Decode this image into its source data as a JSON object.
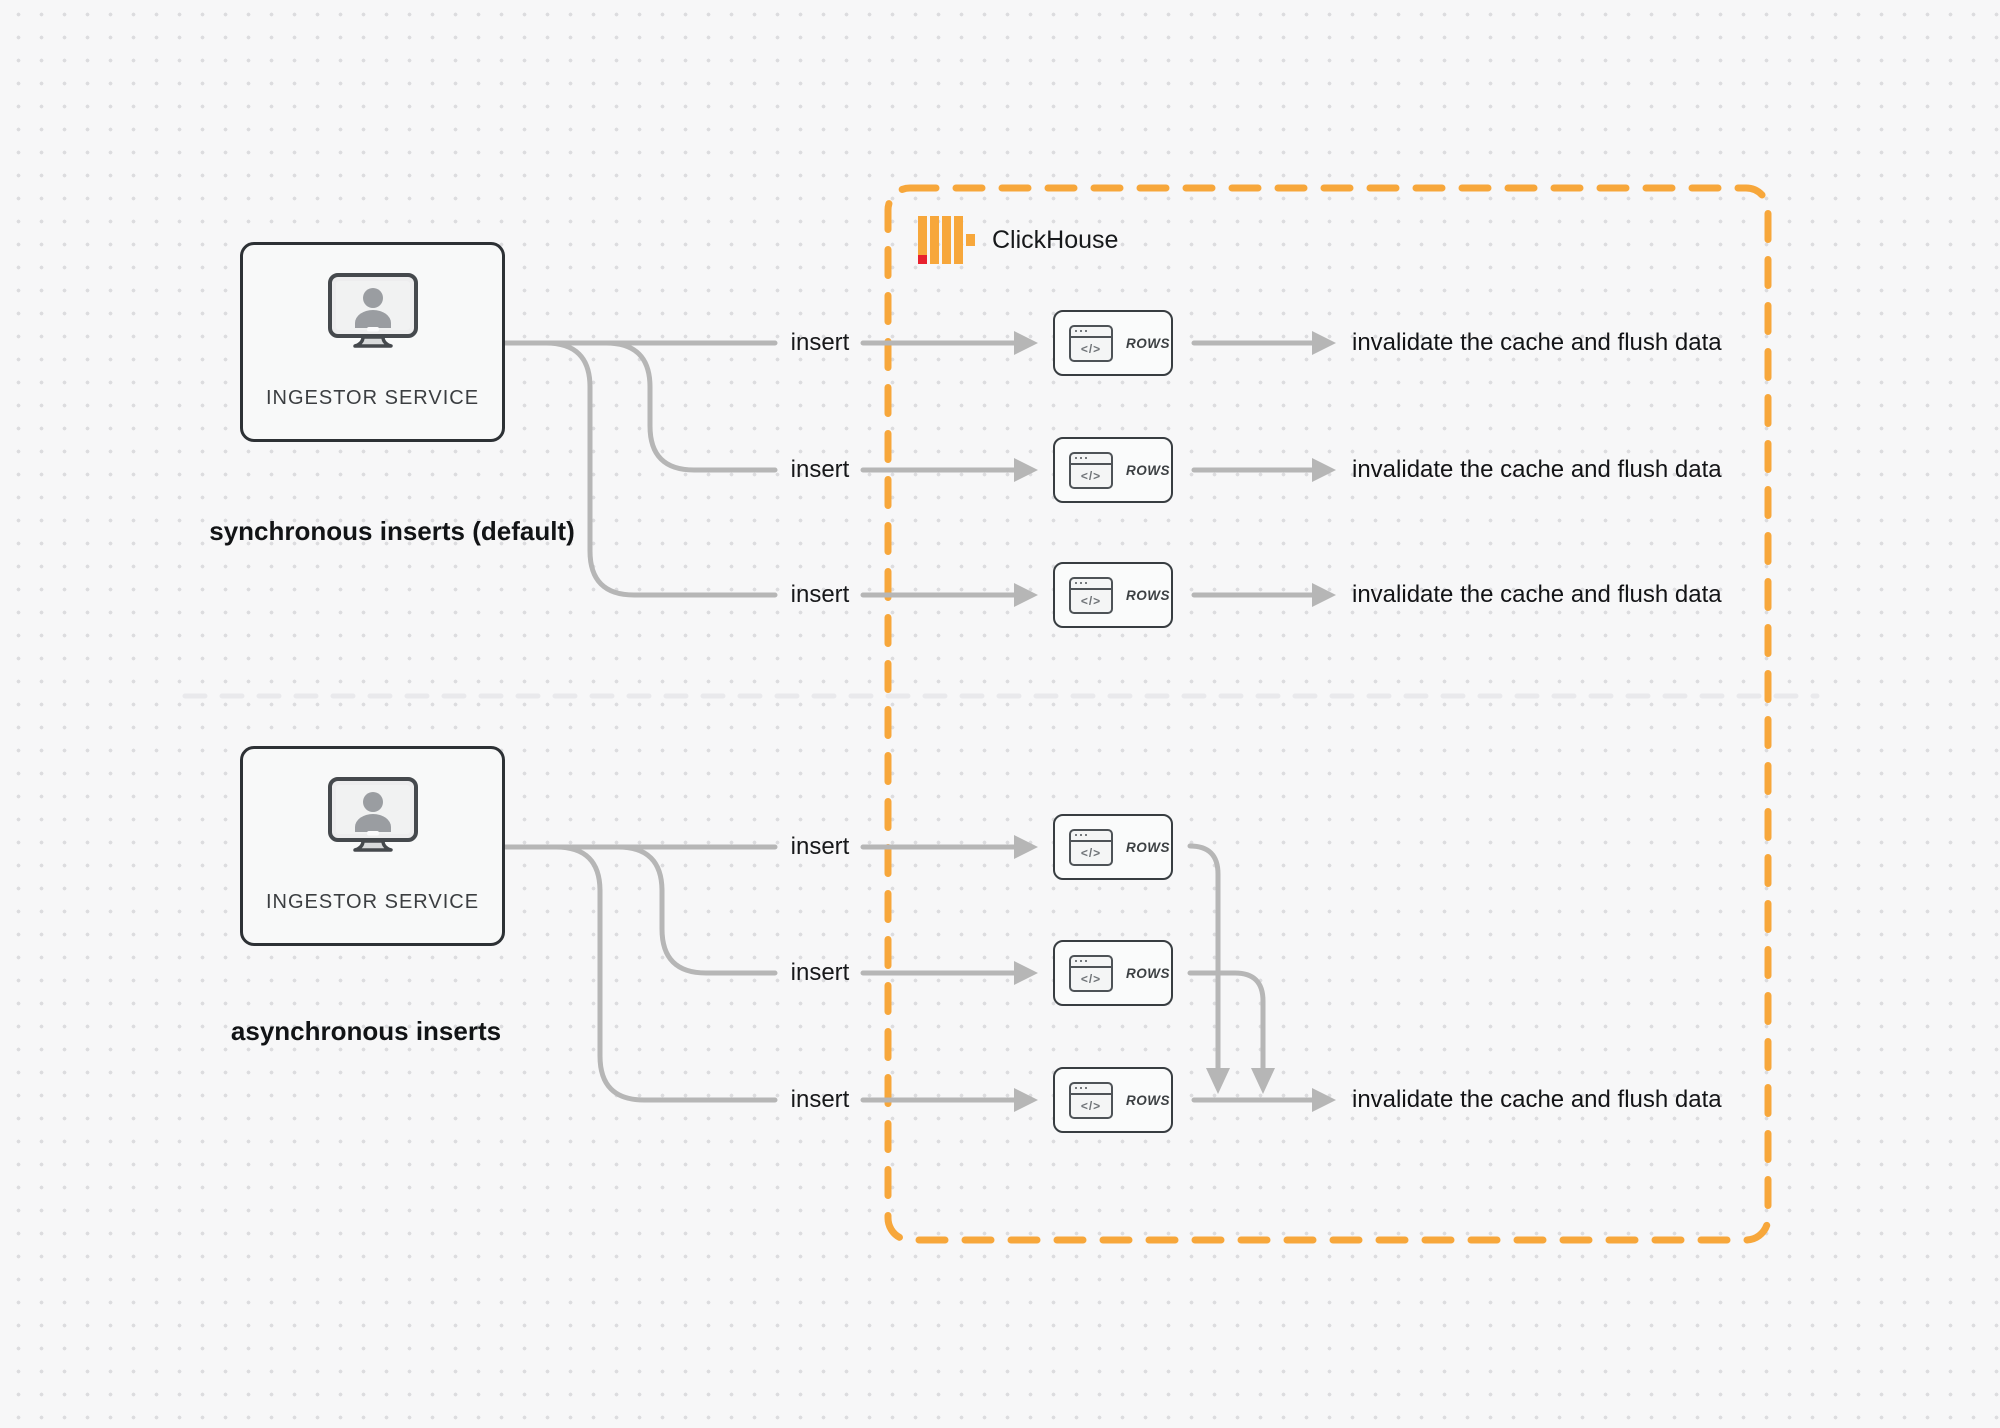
{
  "colors": {
    "accent_orange": "#F7A73B",
    "logo_red": "#E8212E",
    "connector_gray": "#B6B6B6",
    "ink": "#1B1D1F"
  },
  "clickhouse": {
    "label": "ClickHouse"
  },
  "sections": [
    {
      "caption": "synchronous inserts (default)",
      "actor": {
        "label": "INGESTOR SERVICE"
      },
      "flows": [
        {
          "insert_label": "insert",
          "node": {
            "glyph": "</>",
            "label": "ROWS"
          },
          "result_label": "invalidate the cache and flush data"
        },
        {
          "insert_label": "insert",
          "node": {
            "glyph": "</>",
            "label": "ROWS"
          },
          "result_label": "invalidate the cache and flush data"
        },
        {
          "insert_label": "insert",
          "node": {
            "glyph": "</>",
            "label": "ROWS"
          },
          "result_label": "invalidate the cache and flush data"
        }
      ]
    },
    {
      "caption": "asynchronous inserts",
      "actor": {
        "label": "INGESTOR SERVICE"
      },
      "flows": [
        {
          "insert_label": "insert",
          "node": {
            "glyph": "</>",
            "label": "ROWS"
          }
        },
        {
          "insert_label": "insert",
          "node": {
            "glyph": "</>",
            "label": "ROWS"
          }
        },
        {
          "insert_label": "insert",
          "node": {
            "glyph": "</>",
            "label": "ROWS"
          },
          "result_label": "invalidate the cache and flush data"
        }
      ]
    }
  ]
}
